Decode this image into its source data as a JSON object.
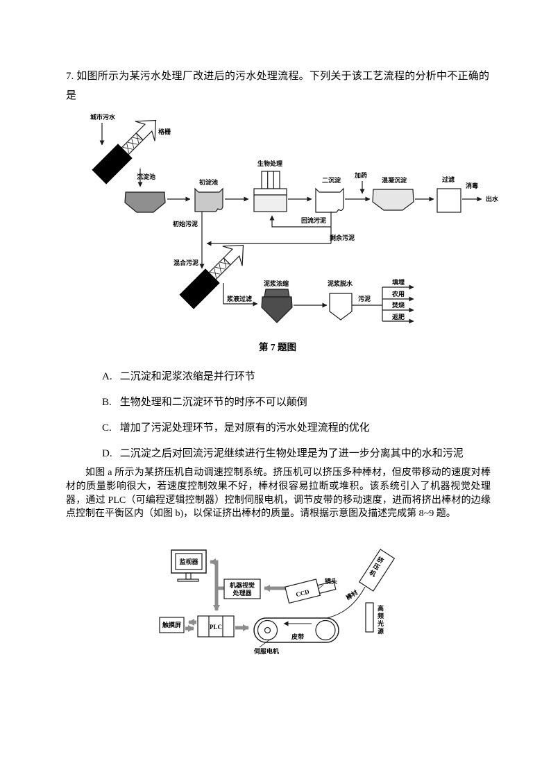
{
  "question": {
    "text": "7. 如图所示为某污水处理厂改进后的污水处理流程。下列关于该工艺流程的分析中不正确的是"
  },
  "diagram1": {
    "caption": "第 7 题图",
    "labels": {
      "city_sewage": "城市污水",
      "grate": "格栅",
      "sediment_tank": "沉淀池",
      "primary_tank": "初淀池",
      "bio_treatment": "生物处理",
      "secondary_tank": "二沉淀",
      "dosing": "加药",
      "coagulation": "混凝沉淀",
      "filter": "过滤",
      "disinfect": "消毒",
      "outflow": "出水",
      "initial_sludge": "初始污泥",
      "return_sludge": "回流污泥",
      "surplus_sludge": "剩余污泥",
      "mixed_sludge": "混合污泥",
      "slurry_filter": "浆液过滤",
      "slurry_thicken": "泥浆浓缩",
      "slurry_dewater": "泥浆脱水",
      "sludge": "污泥",
      "landfill": "填埋",
      "agriculture": "农用",
      "incinerate": "焚烧",
      "fertilizer": "返肥"
    }
  },
  "options": [
    {
      "label": "A.",
      "text": "二沉淀和泥浆浓缩是并行环节"
    },
    {
      "label": "B.",
      "text": "生物处理和二沉淀环节的时序不可以颠倒"
    },
    {
      "label": "C.",
      "text": "增加了污泥处理环节，是对原有的污水处理流程的优化"
    },
    {
      "label": "D.",
      "text": "二沉淀之后对回流污泥继续进行生物处理是为了进一步分离其中的水和污泥"
    }
  ],
  "paragraph": {
    "text": "如图 a 所示为某挤压机自动调速控制系统。挤压机可以挤压多种棒材，但皮带移动的速度对棒材的质量影响很大，若速度控制效果不好，棒材很容易拉断或堆积。该系统引入了机器视觉处理器，通过 PLC（可编程逻辑控制器）控制伺服电机，调节皮带的移动速度，进而将挤出棒材的边缘点控制在平衡区内（如图 b)，以保证挤出棒材的质量。请根据示意图及描述完成第 8~9 题。"
  },
  "diagram2": {
    "labels": {
      "monitor": "监视器",
      "vision_processor_line1": "机器视觉",
      "vision_processor_line2": "处理器",
      "ccd": "CCD",
      "lens": "镜头",
      "extruder": "挤压机",
      "bar": "棒材",
      "light_source": "高频光源",
      "touch_screen": "触摸屏",
      "plc": "PLC",
      "belt": "皮带",
      "servo": "伺服电机"
    }
  },
  "colors": {
    "dark_gray_tank": "#8f8f8f",
    "light_gray_tank": "#c9c9c9",
    "coagulation_fill": "#e6e6e6",
    "funnel_fill": "#4d4d4d",
    "gray_arrow": "#8c8c8c"
  }
}
